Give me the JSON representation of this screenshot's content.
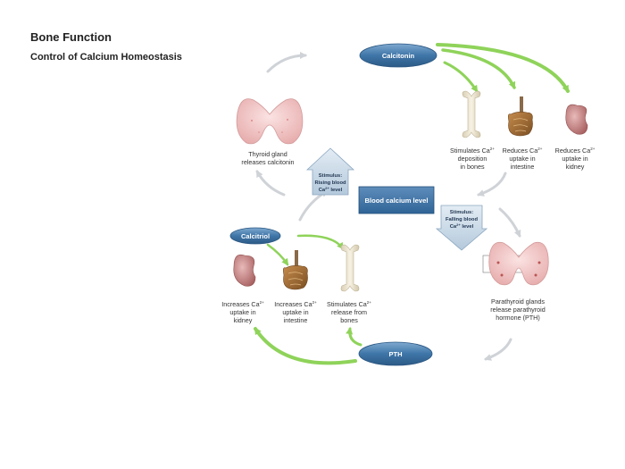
{
  "header": {
    "title": "Bone Function",
    "subtitle": "Control of Calcium Homeostasis"
  },
  "hormones": {
    "calcitonin": "Calcitonin",
    "calcitriol": "Calcitriol",
    "pth": "PTH"
  },
  "center": {
    "label": "Blood calcium level"
  },
  "stimulus_up": {
    "line1": "Stimulus:",
    "line2": "Rising blood",
    "line3": "Ca",
    "sup": "2+",
    "line3_tail": " level"
  },
  "stimulus_down": {
    "line1": "Stimulus:",
    "line2": "Falling blood",
    "line3": "Ca",
    "sup": "2+",
    "line3_tail": " level"
  },
  "captions": {
    "thyroid": [
      "Thyroid gland",
      "releases calcitonin"
    ],
    "stim_ca_dep": [
      "Stimulates Ca",
      "2+",
      "deposition",
      "in bones"
    ],
    "reduce_intestine": [
      "Reduces Ca",
      "2+",
      "uptake in",
      "intestine"
    ],
    "reduce_kidney": [
      "Reduces Ca",
      "2+",
      "uptake in",
      "kidney"
    ],
    "parathyroid": [
      "Parathyroid glands",
      "release parathyroid",
      "hormone (PTH)"
    ],
    "inc_kidney": [
      "Increases Ca",
      "2+",
      "uptake in",
      "kidney"
    ],
    "inc_intestine": [
      "Increases Ca",
      "2+",
      "uptake in",
      "intestine"
    ],
    "stim_release": [
      "Stimulates Ca",
      "2+",
      "release from",
      "bones"
    ]
  },
  "colors": {
    "pill": "#3f76a8",
    "arrow_green": "#8fd35a",
    "arrow_grey": "#cfd3d7",
    "stim_box": "#c9d8e6",
    "bone": "#f1ead7",
    "kidney": "#c98a8a",
    "intestine": "#a8743e",
    "thyroid": "#f0c8c8"
  }
}
